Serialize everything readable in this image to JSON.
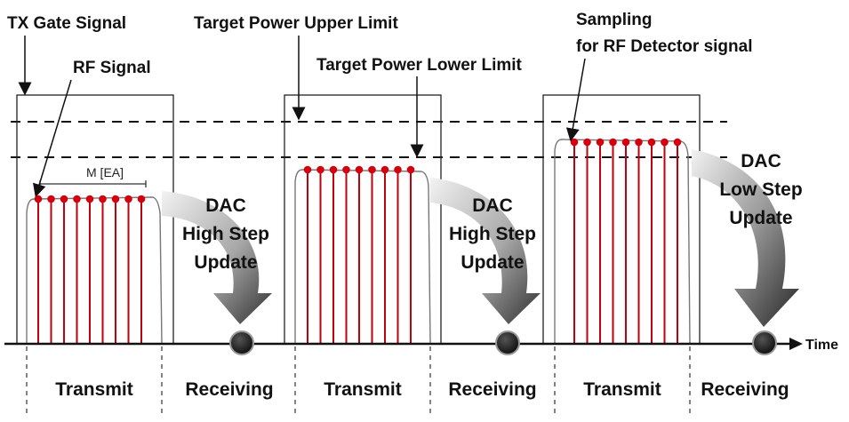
{
  "labels": {
    "tx_gate": "TX Gate Signal",
    "rf_signal": "RF Signal",
    "upper_limit": "Target Power Upper Limit",
    "lower_limit": "Target Power Lower Limit",
    "sampling_line1": "Sampling",
    "sampling_line2": "for RF Detector signal",
    "m_ea": "M [EA]",
    "time": "Time"
  },
  "dac_updates": [
    {
      "line1": "DAC",
      "line2": "High Step",
      "line3": "Update"
    },
    {
      "line1": "DAC",
      "line2": "High Step",
      "line3": "Update"
    },
    {
      "line1": "DAC",
      "line2": "Low Step",
      "line3": "Update"
    }
  ],
  "phases": [
    "Transmit",
    "Receiving",
    "Transmit",
    "Receiving",
    "Transmit",
    "Receiving"
  ],
  "colors": {
    "sample_line": "#c0000a",
    "sample_dot": "#d40010",
    "arrow_light": "#e6e6e6",
    "arrow_dark": "#3a3a3a"
  }
}
